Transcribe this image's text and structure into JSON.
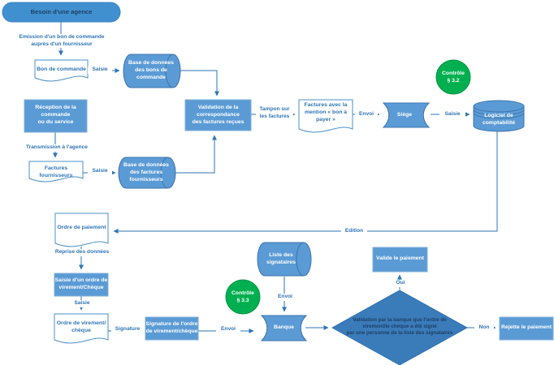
{
  "colors": {
    "node_fill": "#5B9BD5",
    "node_border": "#7FAFD9",
    "pill_fill": "#4090D0",
    "diamond_fill": "#3A7BBA",
    "cylinder_border": "#3E74AD",
    "green": "#00B050",
    "line": "#2E75B6",
    "doc_text": "#2E75B6",
    "dark_text": "#1E4064",
    "white_text": "#FFFFFF"
  },
  "nodes": {
    "besoin": {
      "label": "Besoin d'une agence"
    },
    "bon_de_commande": {
      "label": "Bon de commande"
    },
    "bdd_bons": {
      "label": "Base de données\ndes bons de\ncommande"
    },
    "reception": {
      "label": "Réception de la\ncommande\nou du service"
    },
    "factures_fournisseurs": {
      "label": "Factures\nfournisseurs"
    },
    "bdd_factures": {
      "label": "Base de données\ndes factures\nfournisseurs"
    },
    "validation": {
      "label": "Validation de la\ncorrespondance\ndes factures reçues"
    },
    "factures_mention": {
      "label": "Factures avec la\nmention « bon à\npayer »"
    },
    "siege": {
      "label": "Siège"
    },
    "logiciel": {
      "label": "Logiciel de\ncomptabilité"
    },
    "controle_32": {
      "label": "Contrôle\n§ 3.2"
    },
    "ordre_paiement": {
      "label": "Ordre de paiement"
    },
    "saisie_ordre": {
      "label": "Saisie d'un ordre de\nvirement/Chèque"
    },
    "ordre_virement": {
      "label": "Ordre de virement/\nchèque"
    },
    "signature_ordre": {
      "label": "Signature de l'ordre\nde virement/chèque"
    },
    "controle_33": {
      "label": "Contrôle\n§ 3.3"
    },
    "liste_signataires": {
      "label": "Liste des\nsignataires"
    },
    "banque": {
      "label": "Banque"
    },
    "decision": {
      "label": "Validation par la banque que l'ordre de\nvirement/le chèque a été signé\npar une personne de la liste des signataires"
    },
    "valide": {
      "label": "Valide le paiement"
    },
    "rejette": {
      "label": "Rejette le paiement"
    }
  },
  "edges": {
    "emission": {
      "label": "Emission d'un bon de commande\nauprès d'un fournisseur"
    },
    "saisie_1": {
      "label": "Saisie"
    },
    "transmission": {
      "label": "Transmission à l'agence"
    },
    "saisie_2": {
      "label": "Saisie"
    },
    "tampon": {
      "label": "Tampon sur\nles factures"
    },
    "envoi_1": {
      "label": "Envoi"
    },
    "saisie_3": {
      "label": "Saisie"
    },
    "edition": {
      "label": "Edition"
    },
    "reprise": {
      "label": "Reprise des données"
    },
    "saisie_4": {
      "label": "Saisie"
    },
    "signature": {
      "label": "Signature"
    },
    "envoi_2": {
      "label": "Envoi"
    },
    "envoi_3": {
      "label": "Envoi"
    },
    "oui": {
      "label": "Oui"
    },
    "non": {
      "label": "Non"
    }
  }
}
